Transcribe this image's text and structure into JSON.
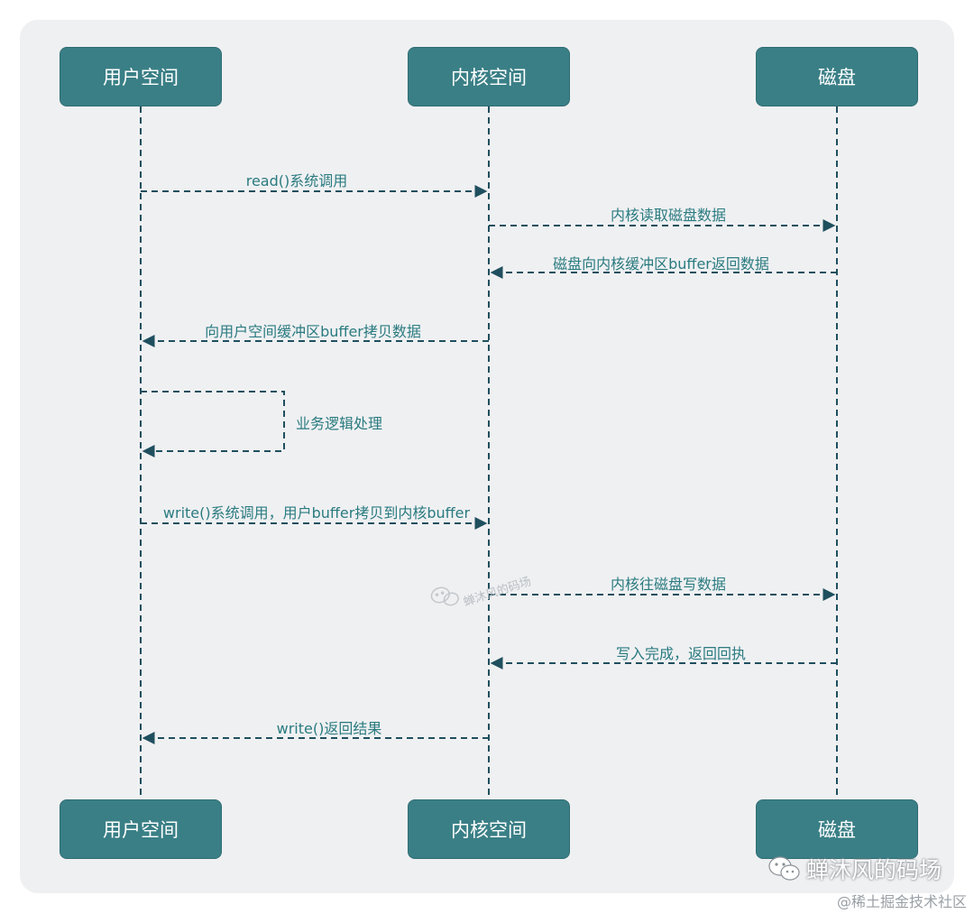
{
  "participants": {
    "user_space": "用户空间",
    "kernel_space": "内核空间",
    "disk": "磁盘"
  },
  "messages": {
    "read_syscall": "read()系统调用",
    "kernel_read_disk": "内核读取磁盘数据",
    "disk_return": "磁盘向内核缓冲区buffer返回数据",
    "copy_to_user": "向用户空间缓冲区buffer拷贝数据",
    "business_logic": "业务逻辑处理",
    "write_syscall": "write()系统调用，用户buffer拷贝到内核buffer",
    "kernel_write_disk": "内核往磁盘写数据",
    "write_done": "写入完成，返回回执",
    "write_result": "write()返回结果"
  },
  "watermark": {
    "center_text": "蝉沐风的码场",
    "brand_text": "蝉沐风的码场",
    "credit": "@稀土掘金技术社区"
  },
  "colors": {
    "box": "#3a7f86",
    "line": "#1f4f5e",
    "label": "#2a7b80"
  },
  "icons": {
    "wechat": "wechat-icon"
  }
}
